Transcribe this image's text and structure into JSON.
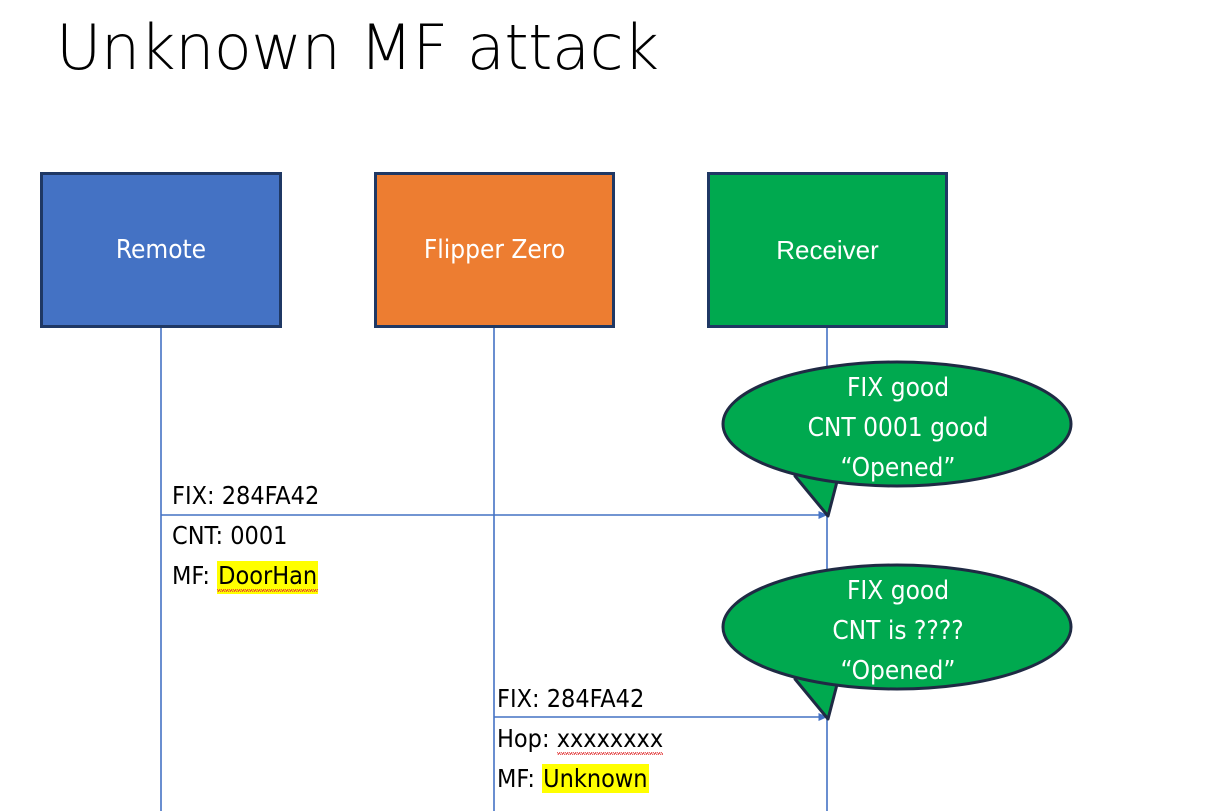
{
  "slide": {
    "title": "Unknown MF attack",
    "background": "#FFFFFF"
  },
  "colors": {
    "remote_fill": "#4472C4",
    "flipper_fill": "#ED7D31",
    "receiver_fill": "#00A94F",
    "box_border": "#1F3864",
    "bubble_fill": "#00A94F",
    "bubble_border": "#1F2A44",
    "lifeline": "#4472C4",
    "arrow": "#4472C4",
    "highlight": "#FFFF00",
    "spellcheck_underline": "#E03030",
    "text_dark": "#000000",
    "text_light": "#FFFFFF"
  },
  "actors": [
    {
      "id": "remote",
      "label": "Remote"
    },
    {
      "id": "flipper",
      "label": "Flipper Zero"
    },
    {
      "id": "receiver",
      "label": "Receiver"
    }
  ],
  "messages": [
    {
      "id": "message-1",
      "from": "remote",
      "to": "receiver",
      "lines": [
        {
          "label": "FIX: ",
          "value": "284FA42",
          "highlight": false,
          "spellcheck_flag": false
        },
        {
          "label": "CNT: ",
          "value": "0001",
          "highlight": false,
          "spellcheck_flag": false
        },
        {
          "label": "MF: ",
          "value": "DoorHan",
          "highlight": true,
          "spellcheck_flag": true
        }
      ]
    },
    {
      "id": "message-2",
      "from": "flipper",
      "to": "receiver",
      "lines": [
        {
          "label": "FIX: ",
          "value": "284FA42",
          "highlight": false,
          "spellcheck_flag": false
        },
        {
          "label": "Hop: ",
          "value": "xxxxxxxx",
          "highlight": false,
          "spellcheck_flag": true
        },
        {
          "label": "MF: ",
          "value": "Unknown",
          "highlight": true,
          "spellcheck_flag": false
        }
      ]
    }
  ],
  "callouts": [
    {
      "id": "callout-1",
      "lines": [
        "FIX good",
        "CNT 0001 good",
        "“Opened”"
      ]
    },
    {
      "id": "callout-2",
      "lines": [
        "FIX good",
        "CNT is ????",
        "“Opened”"
      ]
    }
  ]
}
